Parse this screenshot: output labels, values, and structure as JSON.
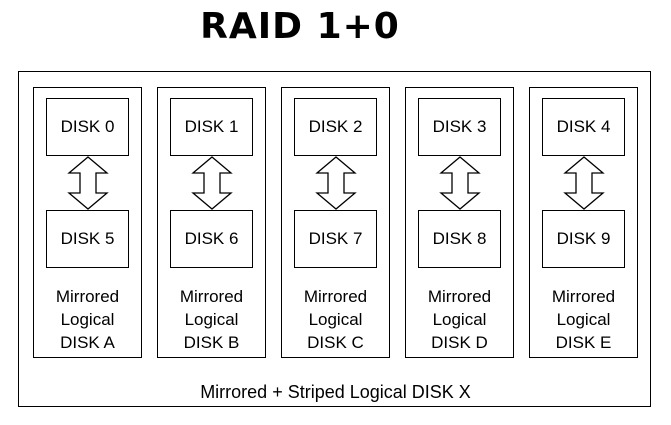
{
  "title": "RAID 1+0",
  "outer_label": "Mirrored + Striped Logical DISK X",
  "groups": [
    {
      "top_disk": "DISK 0",
      "bottom_disk": "DISK 5",
      "caption": [
        "Mirrored",
        "Logical",
        "DISK A"
      ]
    },
    {
      "top_disk": "DISK 1",
      "bottom_disk": "DISK 6",
      "caption": [
        "Mirrored",
        "Logical",
        "DISK B"
      ]
    },
    {
      "top_disk": "DISK 2",
      "bottom_disk": "DISK 7",
      "caption": [
        "Mirrored",
        "Logical",
        "DISK C"
      ]
    },
    {
      "top_disk": "DISK 3",
      "bottom_disk": "DISK 8",
      "caption": [
        "Mirrored",
        "Logical",
        "DISK D"
      ]
    },
    {
      "top_disk": "DISK 4",
      "bottom_disk": "DISK 9",
      "caption": [
        "Mirrored",
        "Logical",
        "DISK E"
      ]
    }
  ],
  "colors": {
    "line": "#000000",
    "background": "#ffffff"
  }
}
